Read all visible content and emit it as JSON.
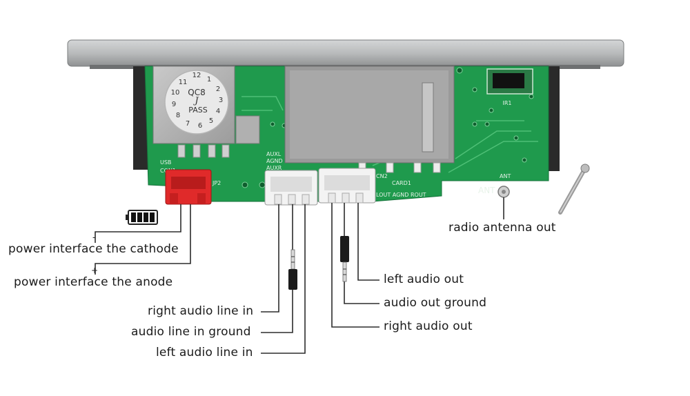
{
  "labels": {
    "power_cathode": "power interface the cathode",
    "power_anode": "power interface the anode",
    "right_audio_line_in": "right audio line in",
    "audio_line_in_ground": "audio line in ground",
    "left_audio_line_in": "left audio line in",
    "left_audio_out": "left audio out",
    "audio_out_ground": "audio out ground",
    "right_audio_out": "right audio out",
    "radio_antenna_out": "radio antenna out"
  },
  "signs": {
    "minus": "-",
    "plus": "+"
  },
  "board_silkscreen": {
    "selector_lines": [
      "QC8",
      "PASS"
    ],
    "selector_numbers": [
      "12",
      "1",
      "2",
      "3",
      "4",
      "5",
      "6",
      "7",
      "8",
      "9",
      "10",
      "11"
    ],
    "usb": "USB",
    "con1": "CON1",
    "jp2": "JP2",
    "aux": [
      "AUXL",
      "AGND",
      "AUXR"
    ],
    "cn2": "CN2",
    "card1": "CARD1",
    "lout_row": "LOUT AGND ROUT",
    "ant_big": "ANT",
    "ant_small": "ANT",
    "ir1": "IR1"
  },
  "colors": {
    "pcb": "#1f9a4d",
    "panel": "#b7b9ba",
    "connector_red": "#e02a2a",
    "connector_white": "#f2f2f2",
    "line": "#2b2b2b"
  }
}
